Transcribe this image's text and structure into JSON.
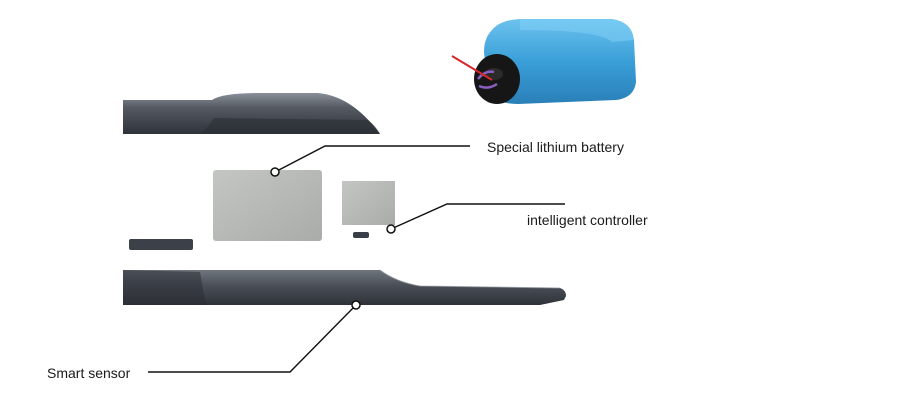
{
  "labels": {
    "battery": "Special lithium battery",
    "controller": "intelligent controller",
    "sensor": "Smart sensor"
  },
  "colors": {
    "label_text": "#1a1a1a",
    "leader_line": "#111111",
    "housing_dark": "#3a3e46",
    "housing_mid": "#565b64",
    "housing_light": "#7c828b",
    "board_gray": "#b4b7b3",
    "battery_blue": "#3a9fd8",
    "battery_cap": "#161616",
    "wire_red": "#d8262b"
  },
  "icons": {
    "battery_pack": "lithium-battery-pack-icon",
    "top_housing": "top-housing-shell",
    "bottom_housing": "bottom-housing-base",
    "main_board": "battery-cell-plate",
    "controller_chip": "controller-module",
    "small_part": "small-bracket-part"
  }
}
